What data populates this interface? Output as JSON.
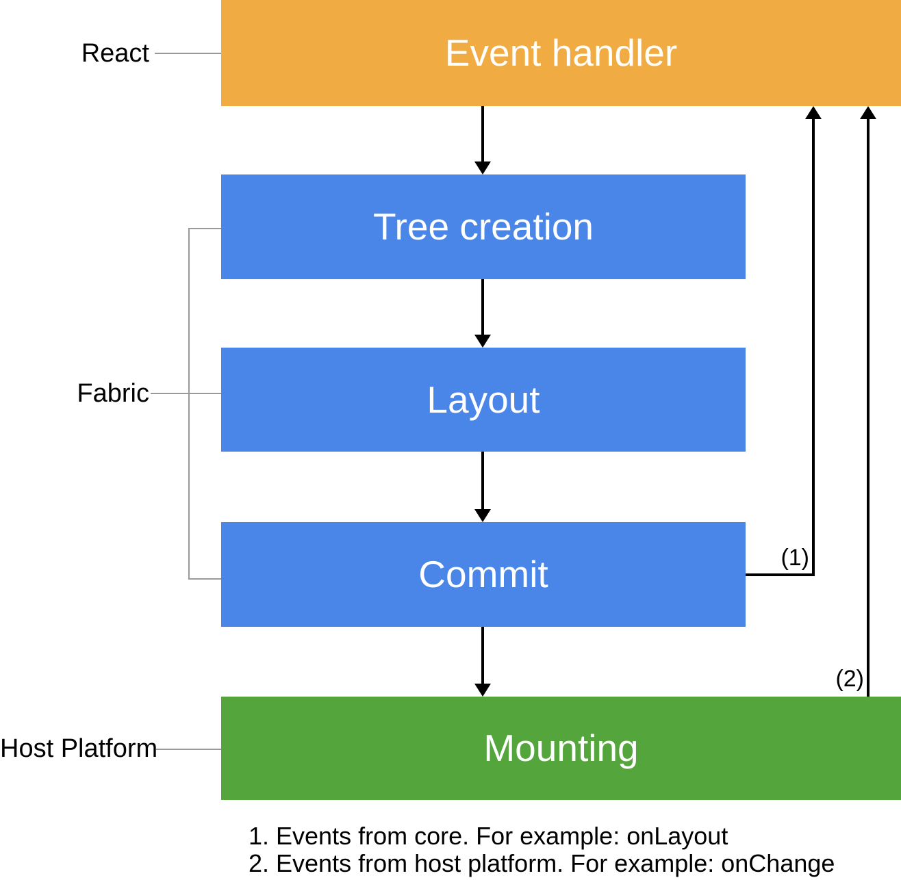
{
  "nodes": {
    "event_handler": {
      "label": "Event handler",
      "color": "#F0AC43",
      "layer": "React"
    },
    "tree_creation": {
      "label": "Tree creation",
      "color": "#4A86E8",
      "layer": "Fabric"
    },
    "layout": {
      "label": "Layout",
      "color": "#4A86E8",
      "layer": "Fabric"
    },
    "commit": {
      "label": "Commit",
      "color": "#4A86E8",
      "layer": "Fabric"
    },
    "mounting": {
      "label": "Mounting",
      "color": "#55A53D",
      "layer": "Host Platform"
    }
  },
  "side_labels": {
    "react": "React",
    "fabric": "Fabric",
    "host_platform": "Host Platform"
  },
  "arrow_labels": {
    "feedback_1": "(1)",
    "feedback_2": "(2)"
  },
  "notes": [
    "1. Events from core. For example: onLayout",
    "2. Events from host platform. For example: onChange"
  ],
  "colors": {
    "event_handler_orange": "#F0AC43",
    "fabric_blue": "#4A86E8",
    "mounting_green": "#55A53D",
    "connector_gray": "#999999",
    "arrow_black": "#000000",
    "node_text_white": "#FFFFFF",
    "label_text_black": "#000000",
    "background_white": "#FFFFFF"
  }
}
